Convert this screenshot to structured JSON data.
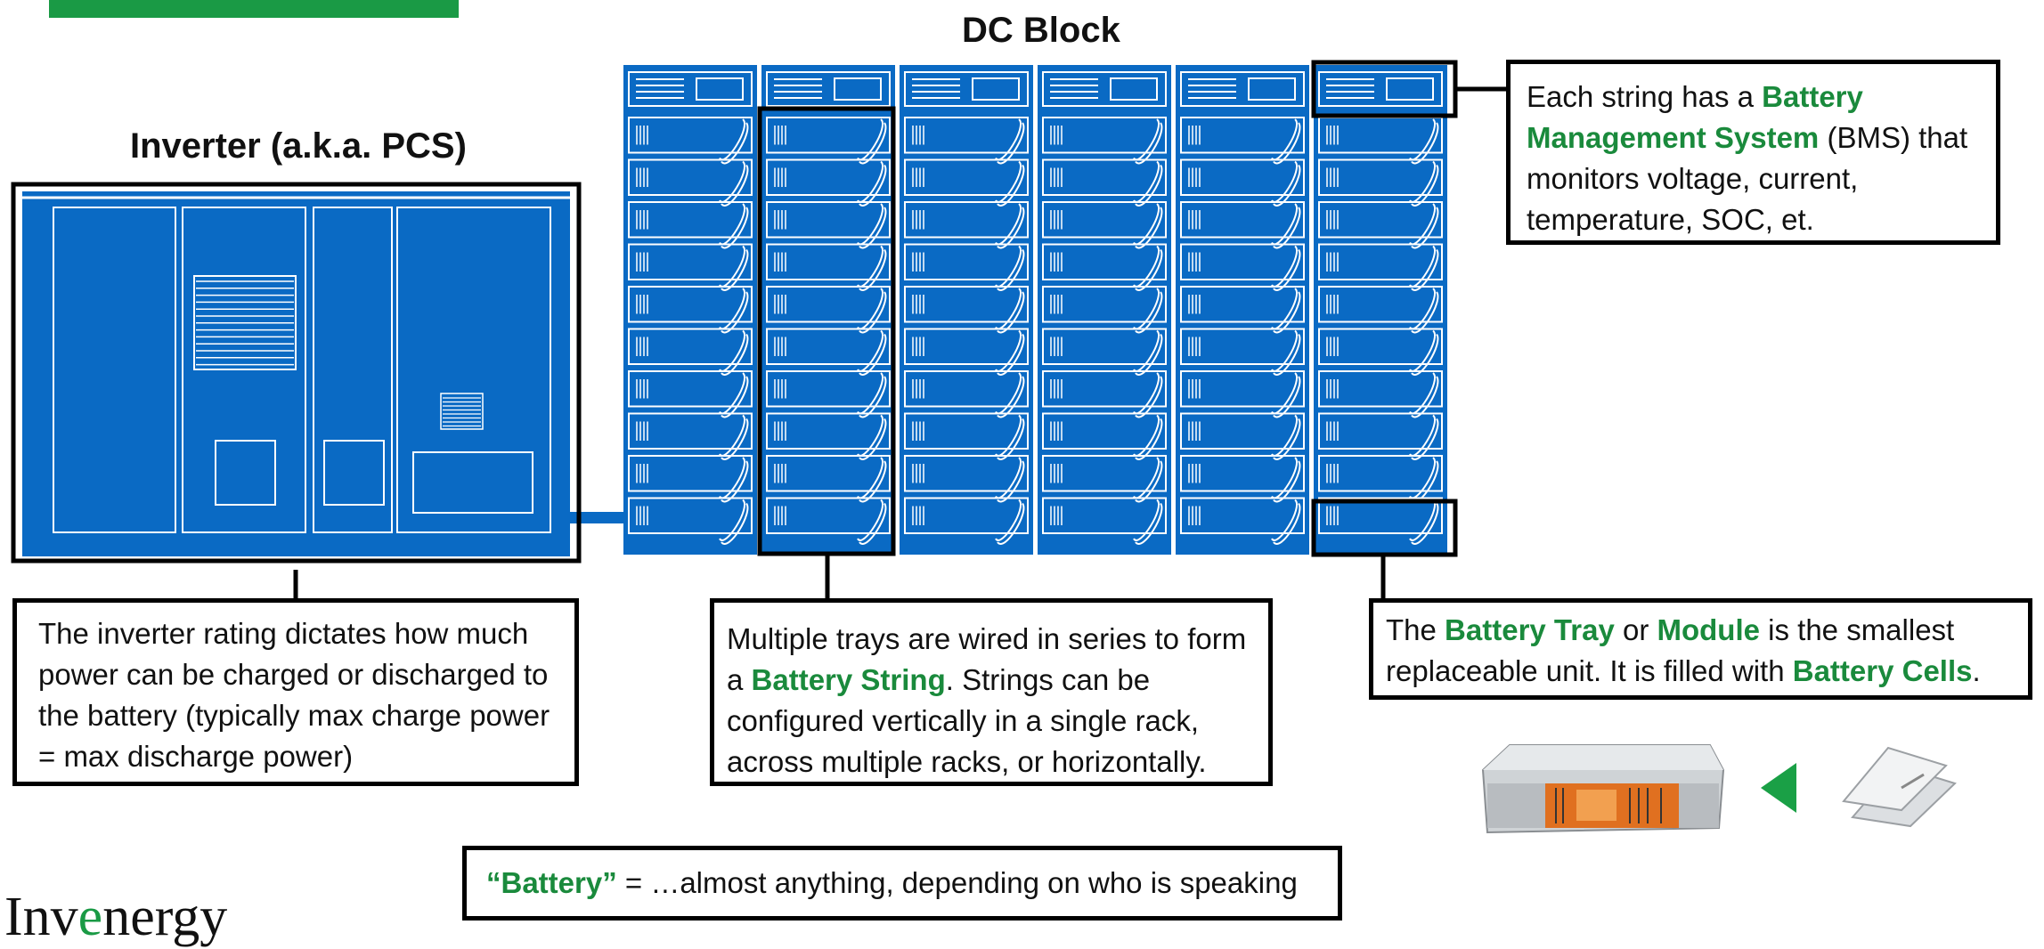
{
  "colors": {
    "accent_green": "#1a8a3c",
    "bar_green": "#1a9a45",
    "equipment_blue": "#0a6ac4",
    "line_white": "#ffffff"
  },
  "dc_block": {
    "title": "DC Block",
    "rack_count": 6,
    "trays_per_rack": 10
  },
  "inverter": {
    "title": "Inverter (a.k.a. PCS)"
  },
  "callouts": {
    "bms": {
      "segments": [
        {
          "t": "Each string has a ",
          "hl": false
        },
        {
          "t": "Battery Management System",
          "hl": true
        },
        {
          "t": " (BMS) that monitors voltage, current, temperature, SOC, et.",
          "hl": false
        }
      ]
    },
    "inverter_rating": {
      "segments": [
        {
          "t": "The inverter rating dictates how much power can be charged or discharged to the battery (typically max charge power = max discharge power)",
          "hl": false
        }
      ]
    },
    "string": {
      "segments": [
        {
          "t": "Multiple trays are wired in series to form a ",
          "hl": false
        },
        {
          "t": "Battery String",
          "hl": true
        },
        {
          "t": ". Strings can be configured vertically in a single rack, across multiple racks, or horizontally.",
          "hl": false
        }
      ]
    },
    "tray": {
      "segments": [
        {
          "t": "The ",
          "hl": false
        },
        {
          "t": "Battery Tray",
          "hl": true
        },
        {
          "t": " or ",
          "hl": false
        },
        {
          "t": "Module",
          "hl": true
        },
        {
          "t": " is the smallest replaceable unit. It is filled with ",
          "hl": false
        },
        {
          "t": "Battery Cells",
          "hl": true
        },
        {
          "t": ".",
          "hl": false
        }
      ]
    },
    "battery_definition": {
      "segments": [
        {
          "t": "“Battery”",
          "hl": true
        },
        {
          "t": " = …almost anything, depending on who is speaking",
          "hl": false
        }
      ]
    }
  },
  "logo": {
    "text_before": "Inv",
    "text_highlight": "e",
    "text_after": "nergy"
  },
  "images": {
    "module_photo": "battery-module-photo",
    "cells_photo": "battery-cells-photo",
    "arrow": "left-pointing-triangle-icon"
  }
}
